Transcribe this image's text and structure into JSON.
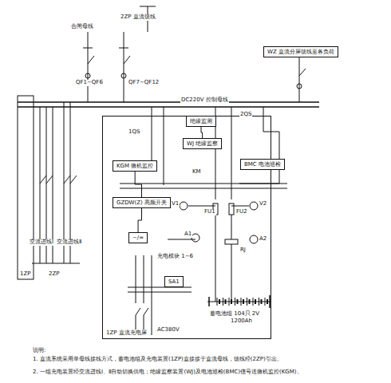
{
  "diagram": {
    "nodes": [
      {
        "text": [
          "WZ 直流分屏馈线至各负荷"
        ]
      },
      {
        "text": [
          "1ZP 直流充电屏"
        ]
      },
      {
        "text": [
          "绝缘监测"
        ],
        "in": 1
      },
      {
        "text": [
          "WJ 绝缘监察"
        ],
        "in": 1
      },
      {
        "text": [
          "KGM 微机监控"
        ],
        "in": 1
      },
      {
        "text": [
          "GZDW(Z) 高频开关"
        ],
        "in": 1
      },
      {
        "text": [
          "~/="
        ],
        "in": 1
      },
      {
        "text": [
          "SA1"
        ],
        "in": 1
      },
      {
        "text": [
          "BMC 电池巡检"
        ],
        "in": 1
      }
    ],
    "edges": [
      {
        "from": 2,
        "to": 3,
        "arrow": "none"
      },
      {
        "from": 4,
        "to": 5,
        "arrow": "none"
      },
      {
        "from": 5,
        "to": 6,
        "arrow": "none"
      }
    ],
    "labels": [
      "DC220V 控制母线",
      "合闸母线",
      "2ZP 直流馈线",
      "QF1~QF6",
      "QF7~QF12",
      "1QS",
      "2QS",
      "FU1",
      "FU2",
      "KM",
      "V1",
      "V2",
      "A1",
      "A2",
      "RJ",
      "交流进线Ⅰ",
      "交流进线Ⅱ",
      "AC380V",
      "1ZP",
      "2ZP",
      "充电模块 1~6",
      "蓄电池组 104只 2V",
      "1200Ah",
      "说明:",
      "1. 直流系统采用单母线接线方式，蓄电池组及充电装置(1ZP)直接接于直流母线，馈线经(2ZP)引出。",
      "2. 一组充电装置经交流进线Ⅰ、Ⅱ自动切换供电；绝缘监察装置(WJ)及电池巡检(BMC)信号送微机监控(KGM)。"
    ]
  }
}
